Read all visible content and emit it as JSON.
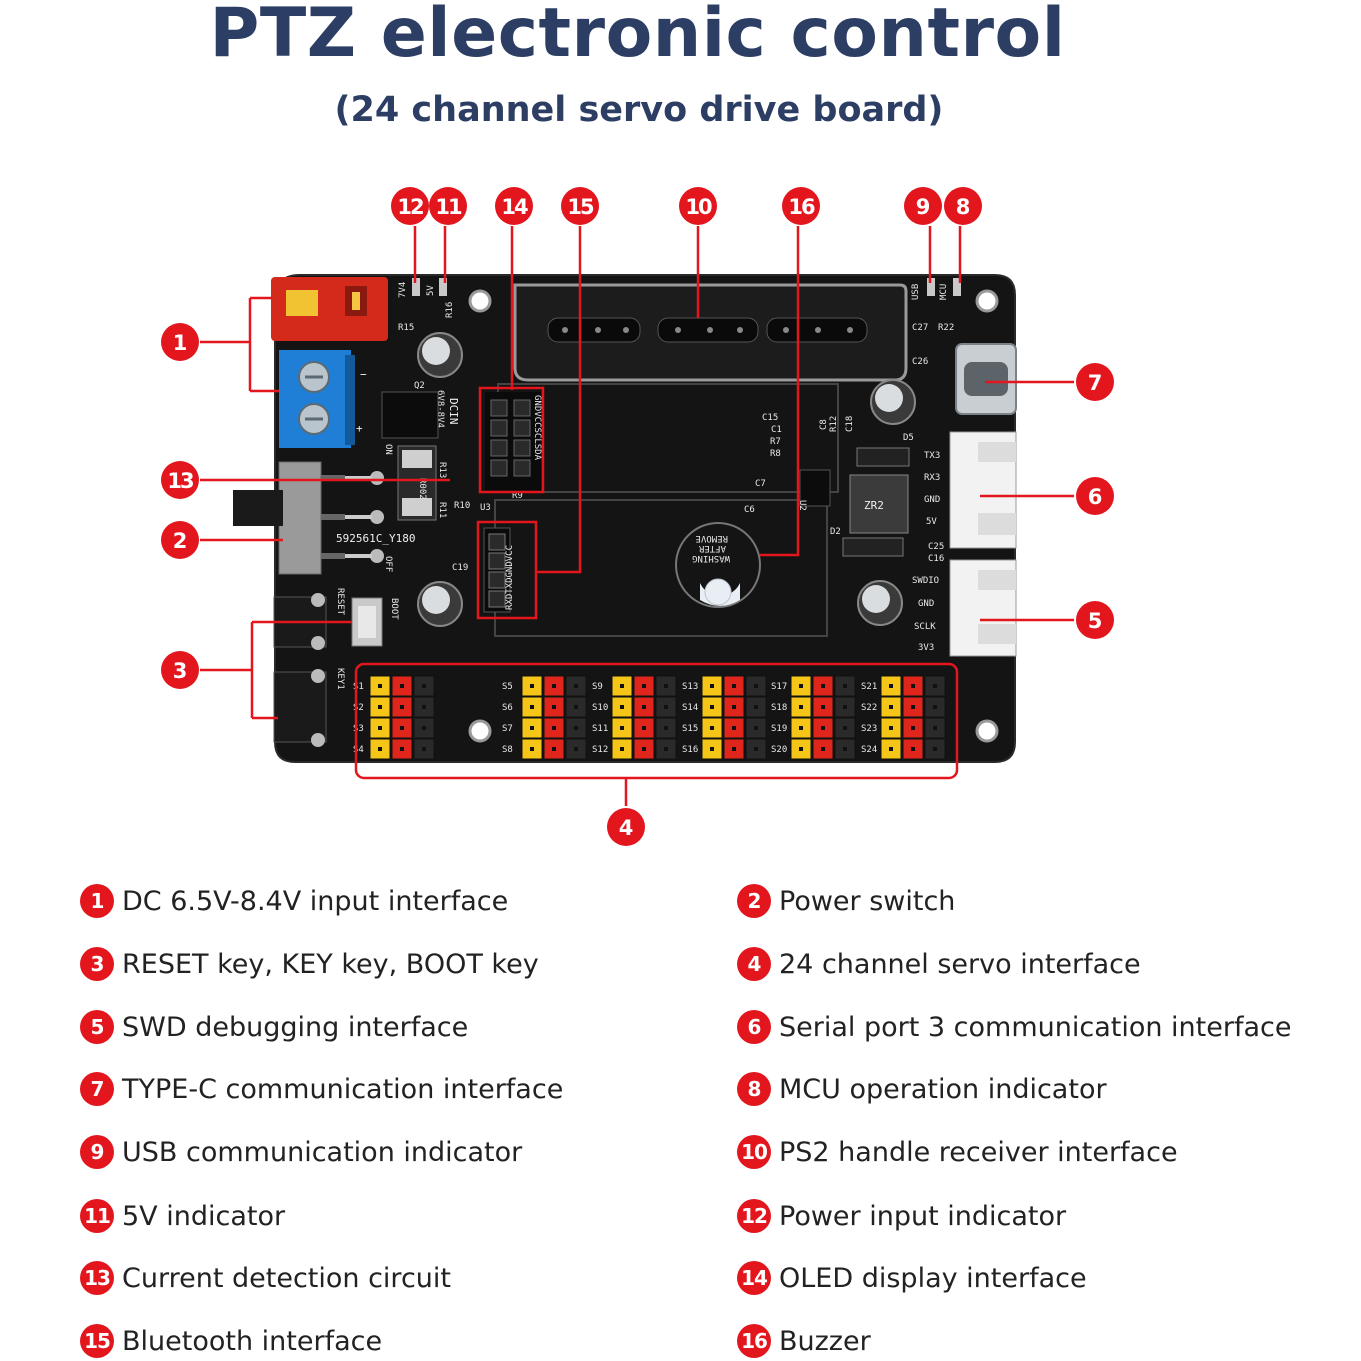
{
  "title": "PTZ electronic control",
  "subtitle": "(24 channel servo drive board)",
  "colors": {
    "badge": "#e3161e",
    "title": "#2c3e63",
    "board": "#141414",
    "leader": "#e3161e"
  },
  "board_labels": {
    "dcin": "DCIN",
    "dcin_range": "6V8-8V4",
    "switch_code": "592561C_Y180",
    "on": "ON",
    "off": "OFF",
    "reset": "RESET",
    "boot": "BOOT",
    "key1": "KEY1",
    "led_7v4": "7V4",
    "led_5v": "5V",
    "led_usb": "USB",
    "led_mcu": "MCU",
    "uart_pins": [
      "TX3",
      "RX3",
      "GND",
      "5V"
    ],
    "swd_pins": [
      "SWDIO",
      "GND",
      "SCLK",
      "3V3"
    ],
    "bt_pins": "RXDTXDGNDVCC",
    "oled_pins": "GNDVCCSCLSDA",
    "buzzer_sticker": [
      "REMOVE",
      "AFTER",
      "WASHING"
    ],
    "inductor": "ZR2",
    "r002": "R002",
    "servo_labels": [
      "S1",
      "S2",
      "S3",
      "S4",
      "S5",
      "S6",
      "S7",
      "S8",
      "S9",
      "S10",
      "S11",
      "S12",
      "S13",
      "S14",
      "S15",
      "S16",
      "S17",
      "S18",
      "S19",
      "S20",
      "S21",
      "S22",
      "S23",
      "S24"
    ],
    "components": [
      "R15",
      "R16",
      "Q2",
      "C19",
      "R13",
      "R10",
      "R11",
      "U3",
      "R9",
      "C15",
      "C1",
      "R7",
      "R8",
      "C8",
      "R12",
      "C18",
      "D5",
      "C7",
      "C6",
      "U2",
      "D2",
      "C25",
      "C16",
      "C27",
      "R22",
      "C26"
    ]
  },
  "callouts": [
    "1",
    "2",
    "3",
    "4",
    "5",
    "6",
    "7",
    "8",
    "9",
    "10",
    "11",
    "12",
    "13",
    "14",
    "15",
    "16"
  ],
  "legend": [
    {
      "num": "1",
      "text": "DC 6.5V-8.4V input interface"
    },
    {
      "num": "2",
      "text": "Power switch"
    },
    {
      "num": "3",
      "text": "RESET key, KEY key, BOOT key"
    },
    {
      "num": "4",
      "text": "24 channel servo interface"
    },
    {
      "num": "5",
      "text": "SWD debugging interface"
    },
    {
      "num": "6",
      "text": "Serial port 3 communication interface"
    },
    {
      "num": "7",
      "text": "TYPE-C communication interface"
    },
    {
      "num": "8",
      "text": "MCU operation indicator"
    },
    {
      "num": "9",
      "text": "USB communication indicator"
    },
    {
      "num": "10",
      "text": "PS2 handle receiver interface"
    },
    {
      "num": "11",
      "text": "5V indicator"
    },
    {
      "num": "12",
      "text": "Power input indicator"
    },
    {
      "num": "13",
      "text": "Current detection circuit"
    },
    {
      "num": "14",
      "text": "OLED display interface"
    },
    {
      "num": "15",
      "text": "Bluetooth interface"
    },
    {
      "num": "16",
      "text": "Buzzer"
    }
  ]
}
